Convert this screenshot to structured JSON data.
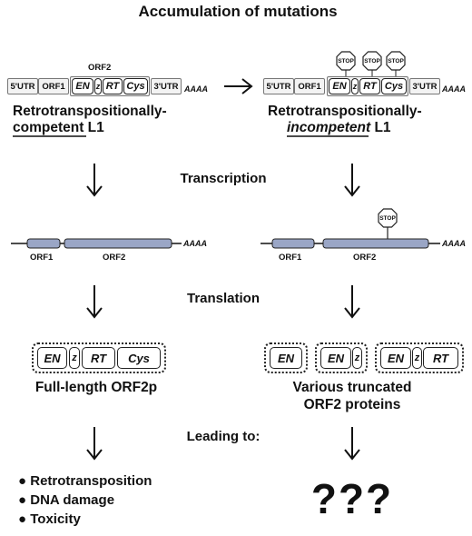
{
  "title": "Accumulation of mutations",
  "elements": {
    "utr5": "5'UTR",
    "orf1": "ORF1",
    "orf2": "ORF2",
    "en": "EN",
    "z": "z",
    "rt": "RT",
    "cys": "Cys",
    "utr3": "3'UTR",
    "polya": "AAAA",
    "stop": "STOP"
  },
  "left": {
    "line1": "Retrotranspositionally-",
    "competent": "competent",
    "l1": " L1",
    "protein": "Full-length ORF2p",
    "outcomes": [
      "Retrotransposition",
      "DNA damage",
      "Toxicity"
    ]
  },
  "right": {
    "line1": "Retrotranspositionally-",
    "incompetent": "incompetent",
    "l1": " L1",
    "protein_line1": "Various truncated",
    "protein_line2": "ORF2 proteins",
    "unknown": "???"
  },
  "steps": {
    "transcription": "Transcription",
    "translation": "Translation",
    "leading": "Leading to:"
  }
}
